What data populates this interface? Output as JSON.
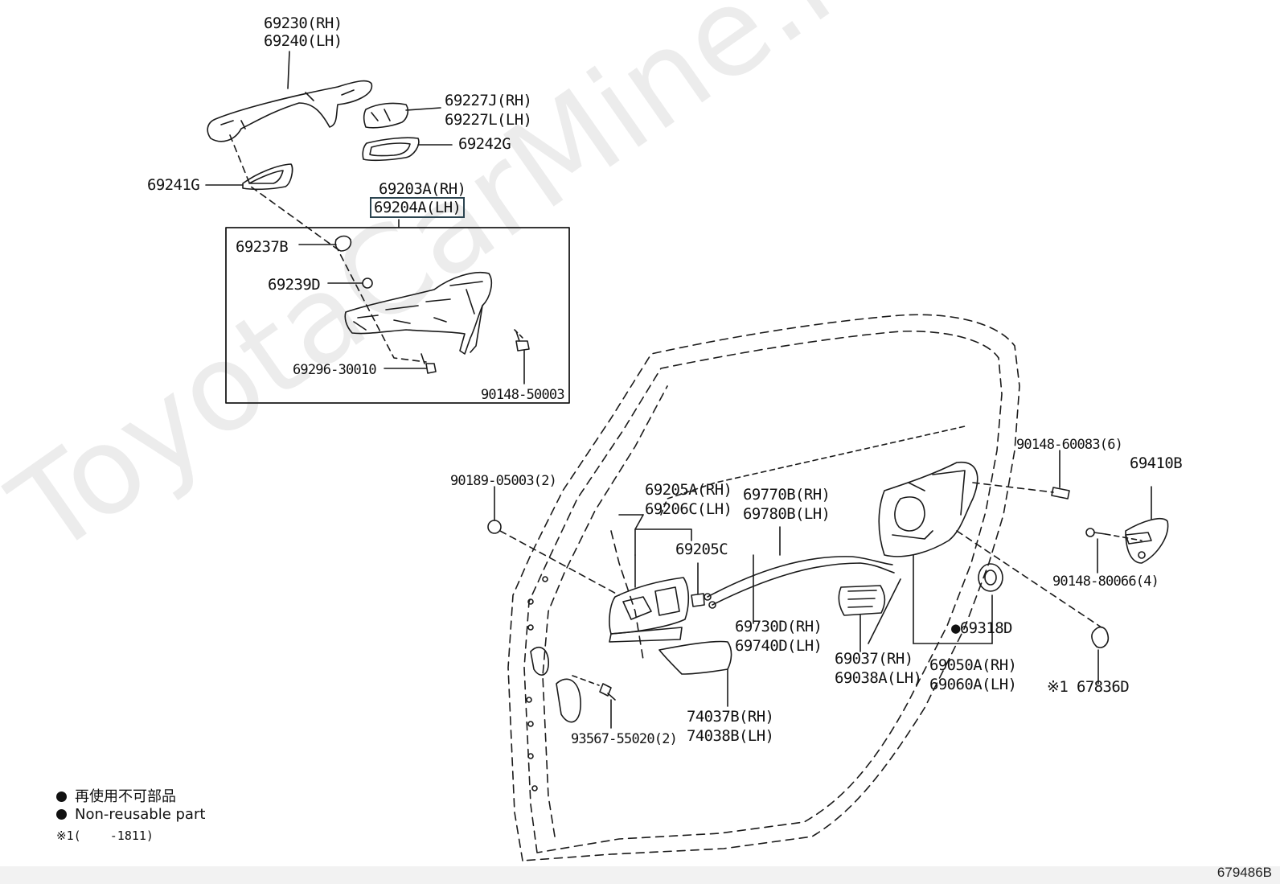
{
  "watermark": "ToyotaCarMine.ru",
  "diagram_id": "679486B",
  "labels": {
    "p69230": "69230(RH)",
    "p69240": "69240(LH)",
    "p69227J": "69227J(RH)",
    "p69227L": "69227L(LH)",
    "p69242G": "69242G",
    "p69241G": "69241G",
    "p69203A": "69203A(RH)",
    "p69204A": "69204A(LH)",
    "p69237B": "69237B",
    "p69239D": "69239D",
    "p69296": "69296-30010",
    "p90148_50003": "90148-50003",
    "p90189": "90189-05003(2)",
    "p69205A": "69205A(RH)",
    "p69206C": "69206C(LH)",
    "p69205C": "69205C",
    "p69770B": "69770B(RH)",
    "p69780B": "69780B(LH)",
    "p69730D": "69730D(RH)",
    "p69740D": "69740D(LH)",
    "p69037": "69037(RH)",
    "p69038A": "69038A(LH)",
    "p69318D": "●69318D",
    "p69050A": "69050A(RH)",
    "p69060A": "69060A(LH)",
    "p67836D": "※1 67836D",
    "p74037B": "74037B(RH)",
    "p74038B": "74038B(LH)",
    "p93567": "93567-55020(2)",
    "p90148_60083": "90148-60083(6)",
    "p69410B": "69410B",
    "p90148_80066": "90148-80066(4)"
  },
  "legend": {
    "jp": "再使用不可部品",
    "en": "Non-reusable part",
    "note": "※1(    -1811)"
  }
}
